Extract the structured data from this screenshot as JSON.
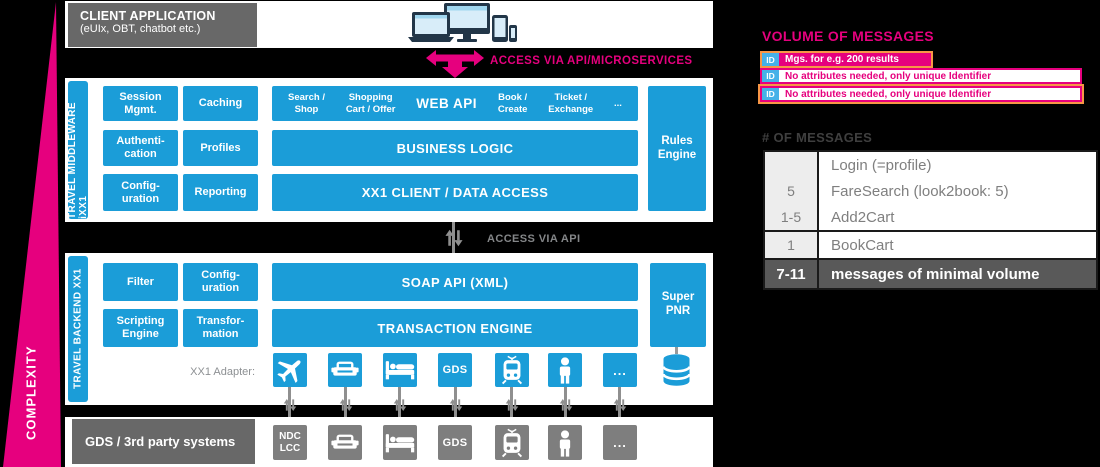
{
  "colors": {
    "blue": "#1b9dd8",
    "pink": "#e6007e",
    "orange": "#f79646",
    "panel_gray": "#686868",
    "icon_gray": "#7e7e7e"
  },
  "complexity": {
    "label": "COMPLEXITY"
  },
  "client": {
    "title": "CLIENT APPLICATION",
    "subtitle": "(eUIx, OBT, chatbot etc.)"
  },
  "access_microservices": {
    "label": "ACCESS VIA API/MICROSERVICES"
  },
  "access_api": {
    "label": "ACCESS VIA API"
  },
  "middleware": {
    "side_label": "TRAVEL MIDDLEWARE iXX1",
    "cells": [
      {
        "label": "Session\nMgmt."
      },
      {
        "label": "Caching"
      },
      {
        "label": "Authenti-\ncation"
      },
      {
        "label": "Profiles"
      },
      {
        "label": "Config-\nuration"
      },
      {
        "label": "Reporting"
      }
    ],
    "web_api_bar": {
      "items": [
        {
          "label": "Search /\nShop"
        },
        {
          "label": "Shopping\nCart / Offer"
        },
        {
          "label": "WEB API"
        },
        {
          "label": "Book /\nCreate"
        },
        {
          "label": "Ticket /\nExchange"
        },
        {
          "label": "..."
        }
      ]
    },
    "business_logic": "BUSINESS LOGIC",
    "data_access": "XX1 CLIENT / DATA ACCESS",
    "rules_engine": "Rules\nEngine"
  },
  "backend": {
    "side_label": "TRAVEL BACKEND XX1",
    "cells": [
      {
        "label": "Filter"
      },
      {
        "label": "Config-\nuration"
      },
      {
        "label": "Scripting\nEngine"
      },
      {
        "label": "Transfor-\nmation"
      }
    ],
    "soap_api": "SOAP API (XML)",
    "transaction_engine": "TRANSACTION ENGINE",
    "super_pnr": "Super\nPNR",
    "adapter_label": "XX1 Adapter:",
    "adapters": [
      {
        "icon": "plane"
      },
      {
        "icon": "car"
      },
      {
        "icon": "bed"
      },
      {
        "label": "GDS"
      },
      {
        "icon": "train"
      },
      {
        "icon": "person"
      },
      {
        "label": "..."
      }
    ]
  },
  "bottom": {
    "title": "GDS / 3rd party systems",
    "items": [
      {
        "label": "NDC\nLCC"
      },
      {
        "icon": "car"
      },
      {
        "icon": "bed"
      },
      {
        "label": "GDS"
      },
      {
        "icon": "train"
      },
      {
        "icon": "person"
      },
      {
        "label": "..."
      }
    ]
  },
  "volume": {
    "title": "VOLUME OF MESSAGES",
    "bars": [
      {
        "badge": "ID",
        "text": "Mgs. for e.g. 200 results"
      },
      {
        "badge": "ID",
        "text": "No attributes needed, only unique Identifier"
      },
      {
        "badge": "ID",
        "text": "No attributes needed, only unique Identifier"
      }
    ]
  },
  "messages": {
    "title": "# OF MESSAGES",
    "rows": [
      {
        "count": "",
        "label": "Login (=profile)"
      },
      {
        "count": "5",
        "label": "FareSearch (look2book: 5)"
      },
      {
        "count": "1-5",
        "label": "Add2Cart"
      },
      {
        "count": "1",
        "label": "BookCart"
      },
      {
        "count": "7-11",
        "label": "messages of minimal volume"
      }
    ]
  }
}
